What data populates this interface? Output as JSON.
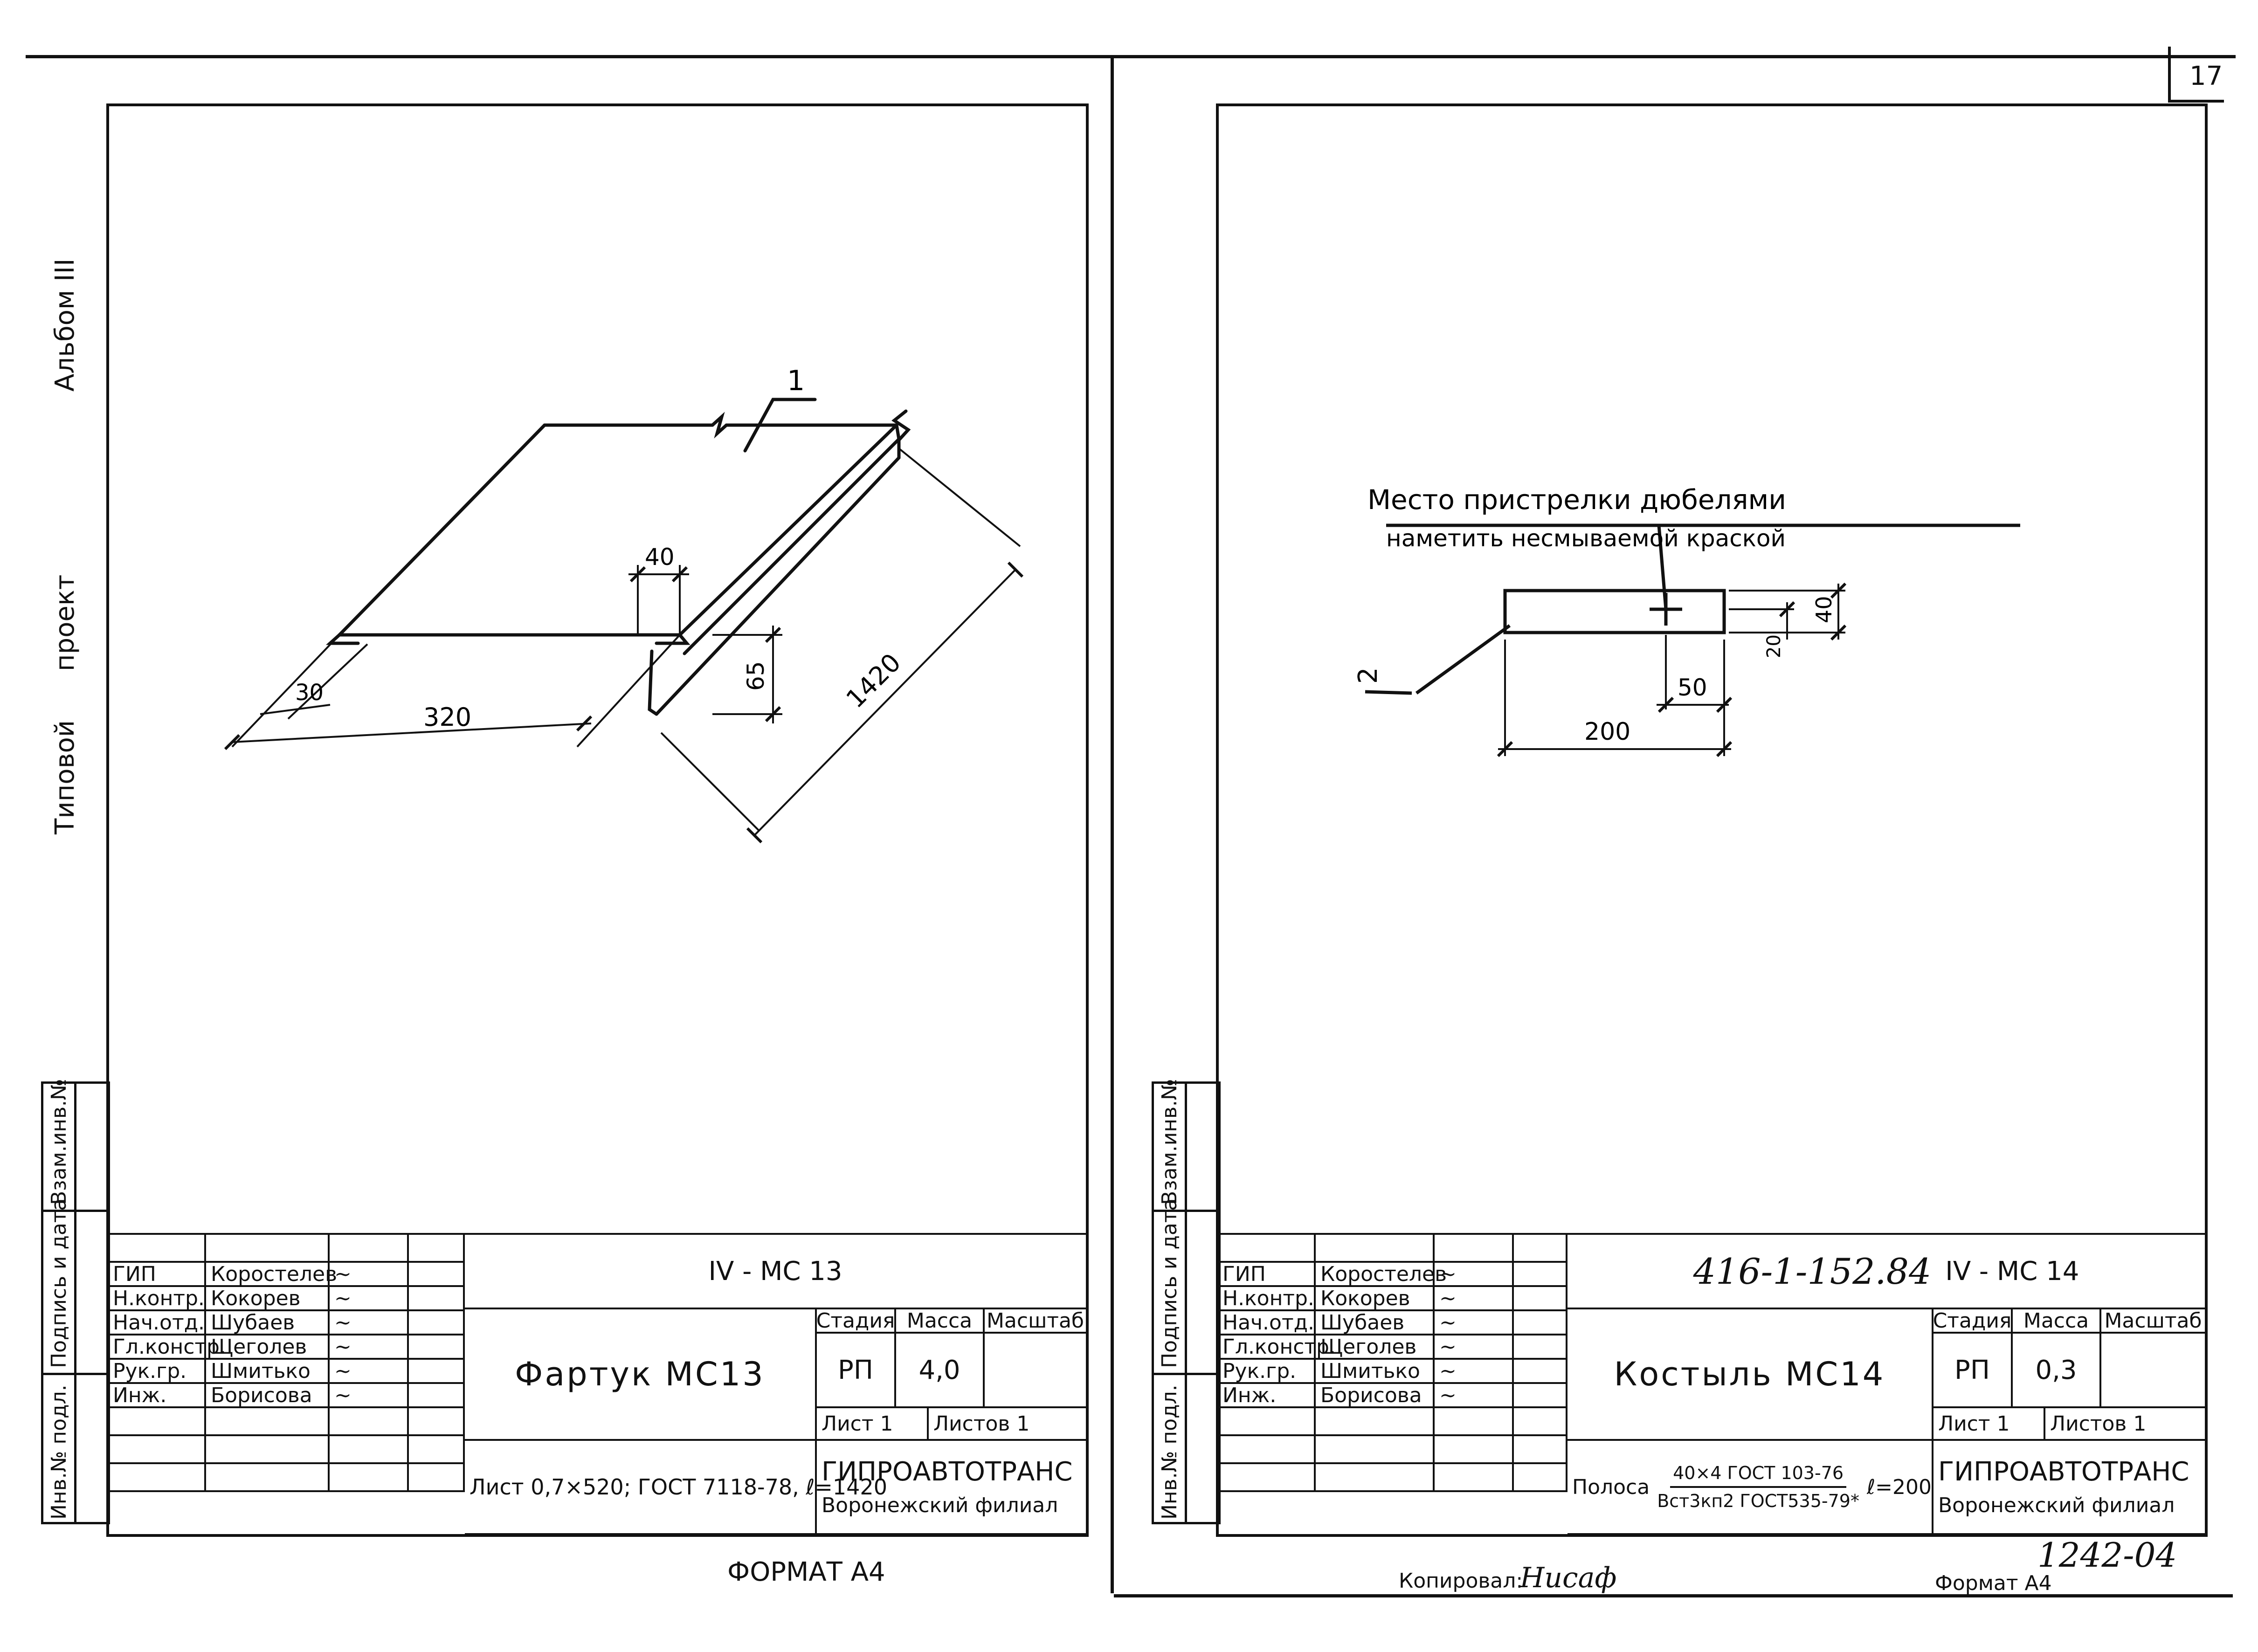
{
  "sheet_number": "17",
  "margin_left": {
    "album": "Альбом III",
    "project_type": "Типовой",
    "project_word": "проект",
    "stamp": [
      "Инв.№ подл.",
      "Подпись и дата",
      "Взам.инв.№"
    ]
  },
  "margin_right": {
    "stamp": [
      "Инв.№ подл.",
      "Подпись и дата",
      "Взам.инв.№"
    ]
  },
  "sheet1": {
    "drawing": {
      "leader_1": "1",
      "dim_40": "40",
      "dim_30": "30",
      "dim_320": "320",
      "dim_65": "65",
      "dim_1420": "1420"
    },
    "title_block": {
      "code": "IV - МС 13",
      "name": "Фартук  МС13",
      "material": "Лист 0,7×520; ГОСТ 7118-78, ℓ=1420",
      "stage_header": "Стадия",
      "mass_header": "Масса",
      "scale_header": "Масштаб",
      "stage": "РП",
      "mass": "4,0",
      "sheet_label": "Лист 1",
      "sheets_label": "Листов 1",
      "org": "ГИПРОАВТОТРАНС",
      "branch": "Воронежский филиал",
      "people": [
        {
          "role": "ГИП",
          "name": "Коростелев"
        },
        {
          "role": "Н.контр.",
          "name": "Кокорев"
        },
        {
          "role": "Нач.отд.",
          "name": "Шубаев"
        },
        {
          "role": "Гл.констр.",
          "name": "Щеголев"
        },
        {
          "role": "Рук.гр.",
          "name": "Шмитько"
        },
        {
          "role": "Инж.",
          "name": "Борисова"
        }
      ]
    },
    "format": "ФОРМАТ  А4"
  },
  "sheet2": {
    "drawing": {
      "note_line1": "Место пристрелки дюбелями",
      "note_line2": "наметить несмываемой краской",
      "leader_2": "2",
      "dim_40": "40",
      "dim_20": "20",
      "dim_50": "50",
      "dim_200": "200"
    },
    "title_block": {
      "doc_number": "416-1-152.84",
      "code": "IV - МС 14",
      "name": "Костыль  МС14",
      "material_prefix": "Полоса",
      "material_top": "40×4 ГОСТ 103-76",
      "material_bottom": "Вст3кп2 ГОСТ535-79*",
      "material_suffix": "ℓ=200",
      "stage_header": "Стадия",
      "mass_header": "Масса",
      "scale_header": "Масштаб",
      "stage": "РП",
      "mass": "0,3",
      "sheet_label": "Лист 1",
      "sheets_label": "Листов 1",
      "org": "ГИПРОАВТОТРАНС",
      "branch": "Воронежский филиал",
      "people": [
        {
          "role": "ГИП",
          "name": "Коростелев"
        },
        {
          "role": "Н.контр.",
          "name": "Кокорев"
        },
        {
          "role": "Нач.отд.",
          "name": "Шубаев"
        },
        {
          "role": "Гл.констр.",
          "name": "Щеголев"
        },
        {
          "role": "Рук.гр.",
          "name": "Шмитько"
        },
        {
          "role": "Инж.",
          "name": "Борисова"
        }
      ]
    },
    "archive_number": "1242-04",
    "copied_label": "Копировал:",
    "copied_sign": "Нисаф",
    "format": "Формат А4"
  }
}
